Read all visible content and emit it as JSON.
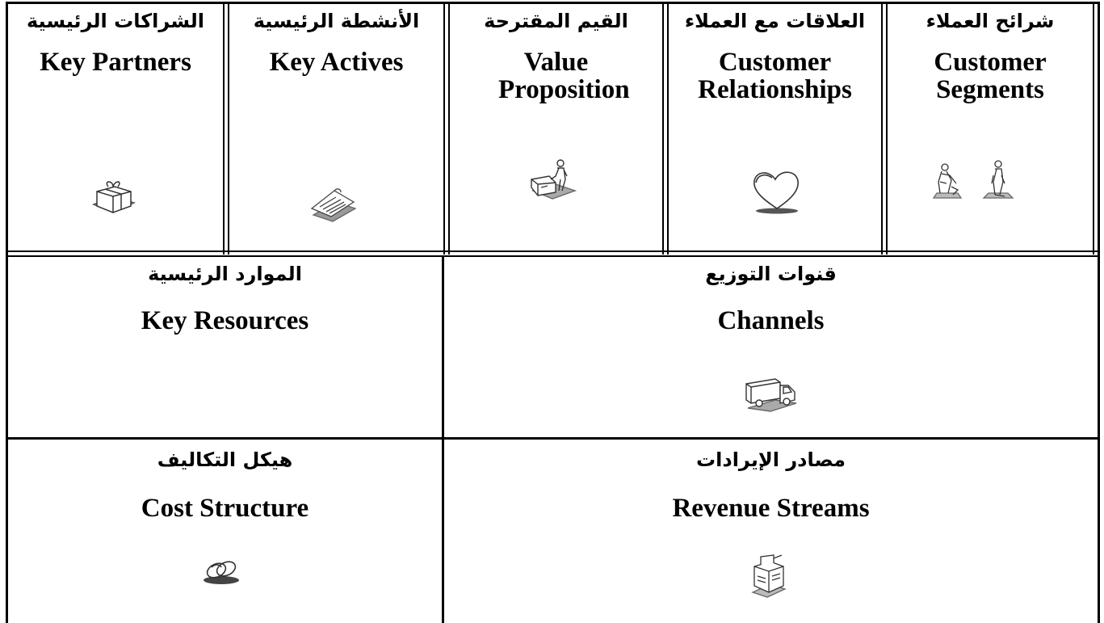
{
  "canvas": {
    "top_row": [
      {
        "arabic": "الشراكات الرئيسية",
        "english": "Key Partners",
        "icon": "gift-icon"
      },
      {
        "arabic": "الأنشطة الرئيسية",
        "english": "Key Actives",
        "icon": "document-icon"
      },
      {
        "arabic": "القيم المقترحة",
        "english": "Value Proposition",
        "icon": "person-with-box-icon"
      },
      {
        "arabic": "العلاقات مع العملاء",
        "english": "Customer Relationships",
        "icon": "heart-icon"
      },
      {
        "arabic": "شرائح العملاء",
        "english": "Customer Segments",
        "icon": "people-icon"
      }
    ],
    "middle_row": [
      {
        "arabic": "الموارد الرئيسية",
        "english": "Key Resources"
      },
      {
        "arabic": "قنوات التوزيع",
        "english": "Channels",
        "icon": "truck-icon"
      }
    ],
    "bottom_row": [
      {
        "arabic": "هيكل التكاليف",
        "english": "Cost Structure",
        "icon": "rings-icon"
      },
      {
        "arabic": "مصادر الإيرادات",
        "english": "Revenue Streams",
        "icon": "cash-register-icon"
      }
    ]
  }
}
